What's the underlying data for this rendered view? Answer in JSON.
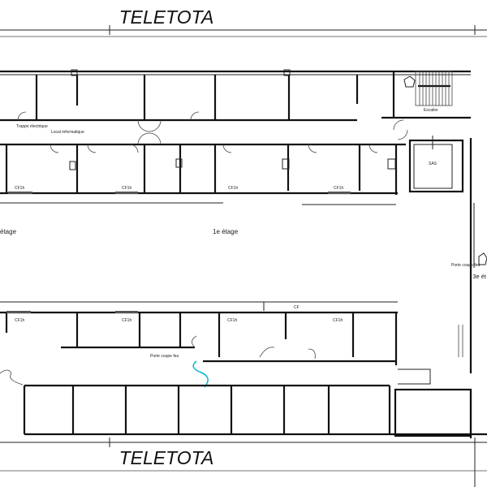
{
  "plan": {
    "top_title": "TELETOTA",
    "bottom_title": "TELETOTA",
    "labels": {
      "trappe": "Trappe électrique",
      "local": "Local informatique",
      "cf": "CF1h",
      "floor_left": "étage",
      "floor_mid": "1e étage",
      "sas": "SAS",
      "stair": "Escalier",
      "door_right": "Porte coupe feu",
      "door_bottom": "Porte coupe feu",
      "right_room": "3e ét",
      "cp": "CF"
    },
    "colors": {
      "walls": "#111111",
      "accent": "#00b8c8"
    }
  }
}
